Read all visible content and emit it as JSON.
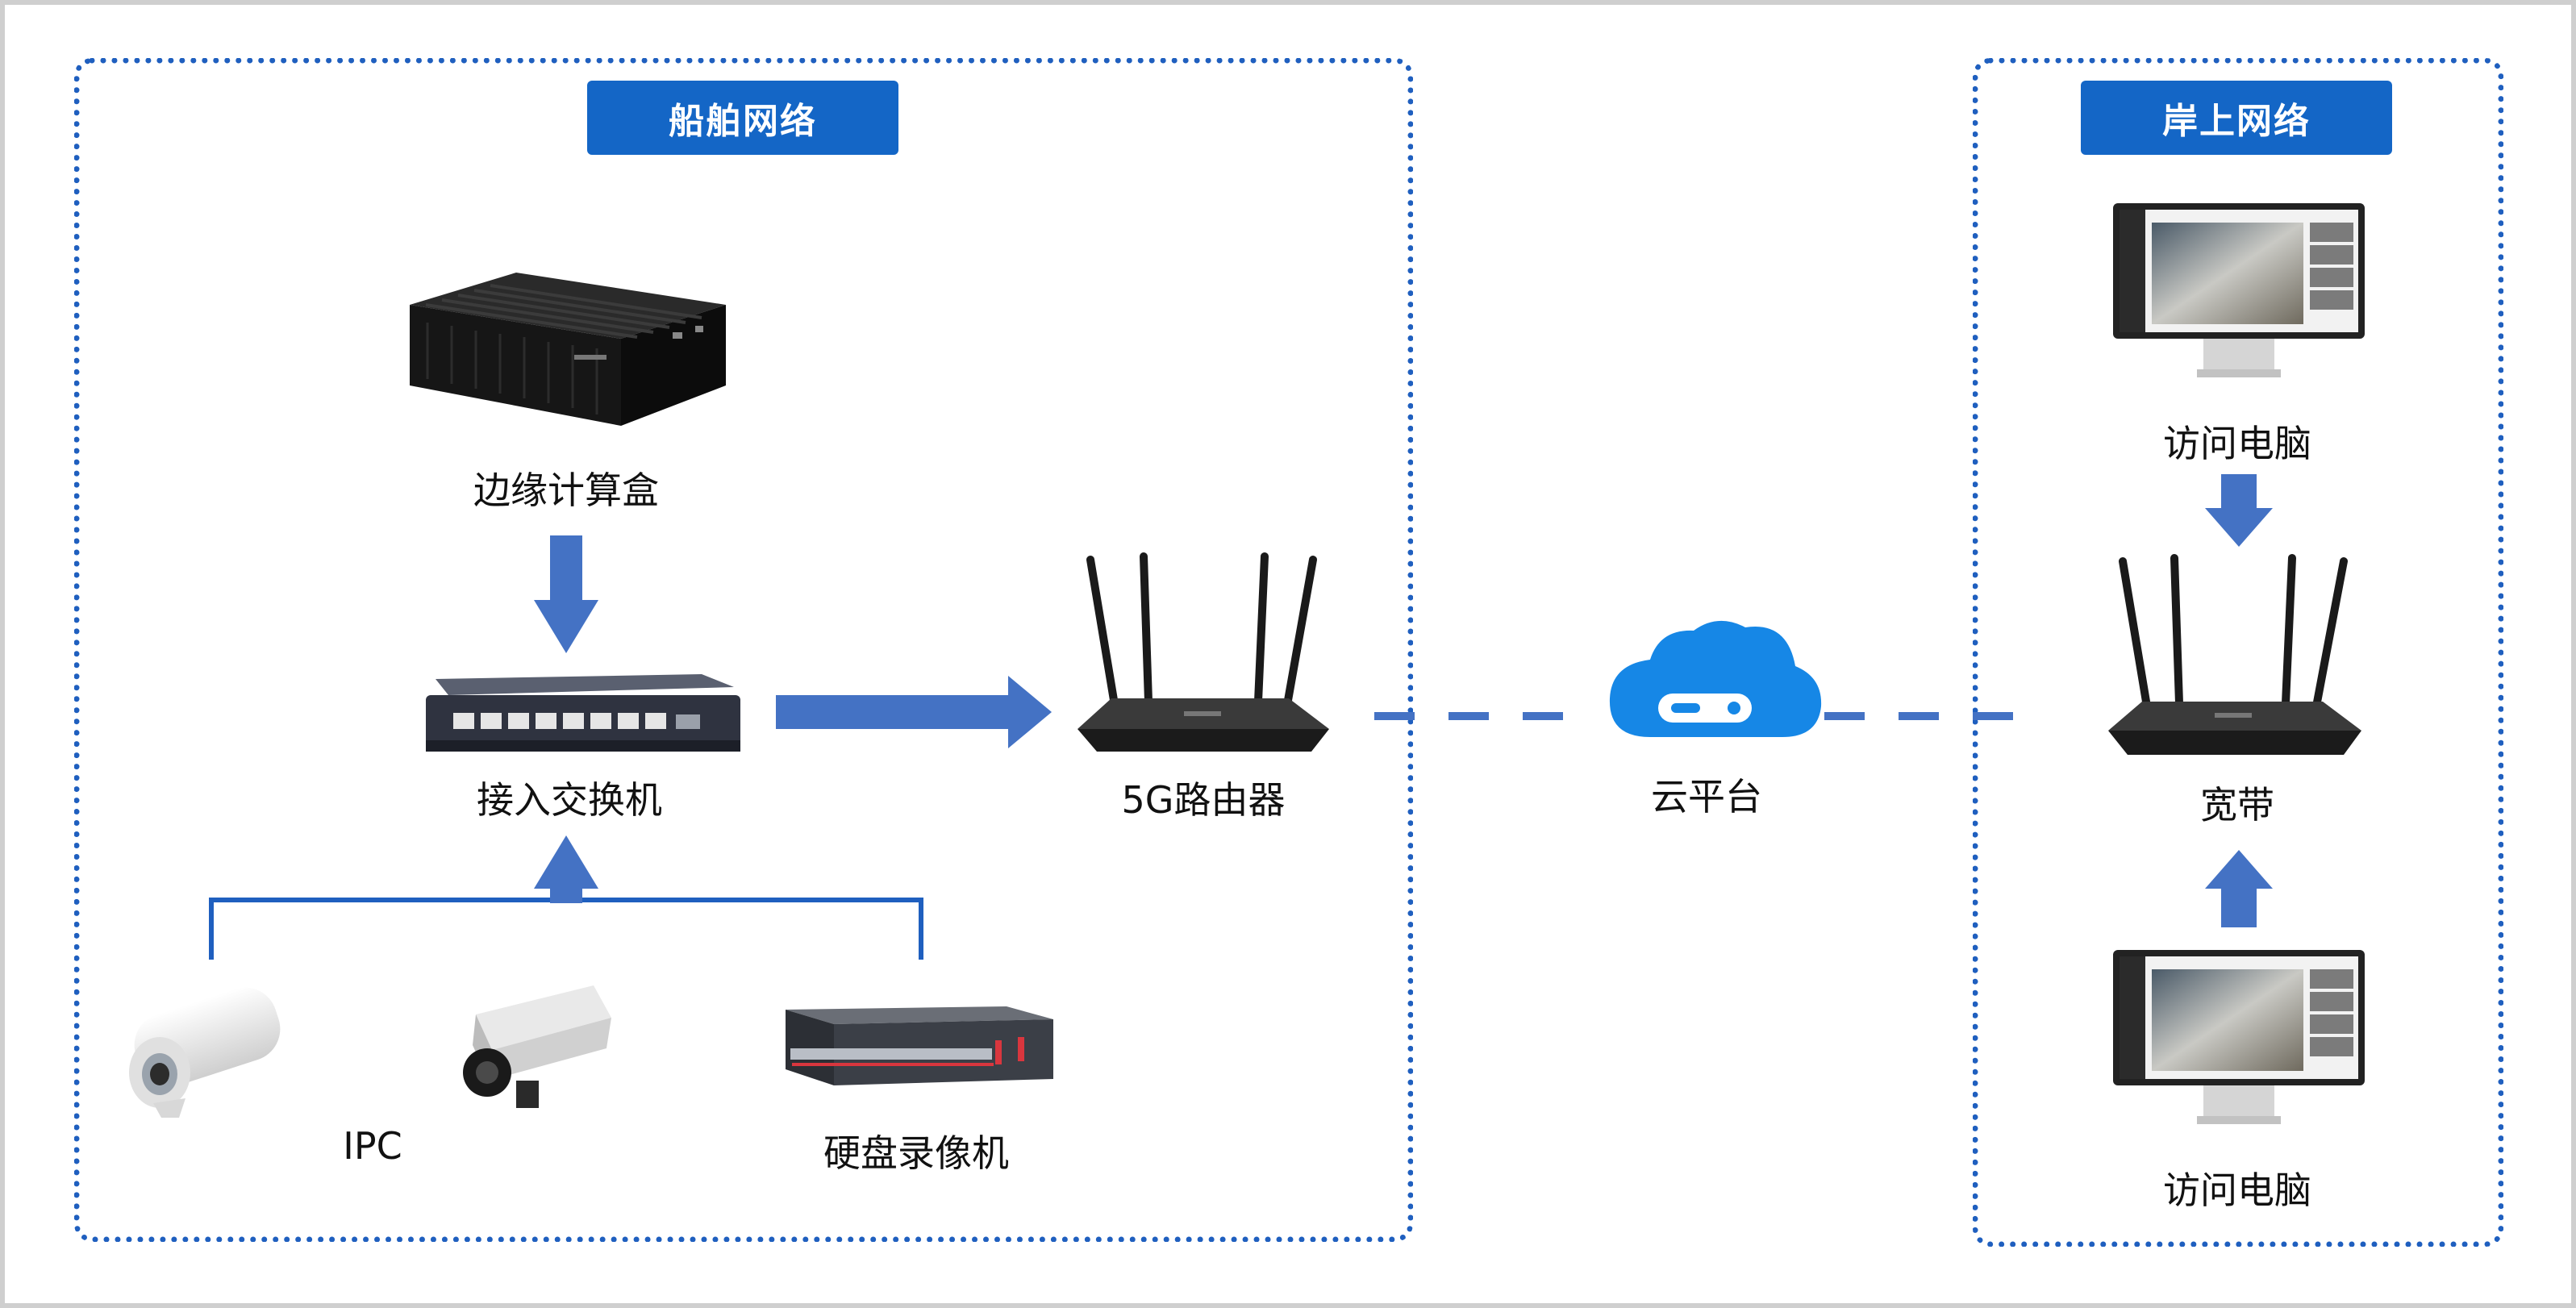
{
  "regions": {
    "ship": {
      "title": "船舶网络"
    },
    "shore": {
      "title": "岸上网络"
    }
  },
  "nodes": {
    "edge_box": "边缘计算盒",
    "switch": "接入交换机",
    "ipc": "IPC",
    "nvr": "硬盘录像机",
    "router_5g": "5G路由器",
    "cloud": "云平台",
    "broadband": "宽带",
    "pc_top": "访问电脑",
    "pc_bottom": "访问电脑"
  },
  "colors": {
    "region_border": "#1f5fbf",
    "badge": "#1466c6",
    "arrow": "#4472c4",
    "cloud": "#1687e6"
  }
}
